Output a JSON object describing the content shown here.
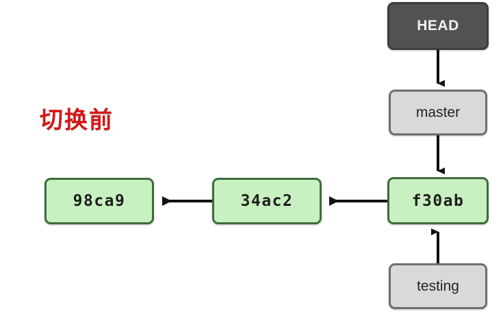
{
  "diagram": {
    "title_caption": "切换前",
    "caption_color": "#d41818",
    "background": "#ffffff",
    "nodes": [
      {
        "id": "head",
        "label": "HEAD",
        "kind": "head-pointer",
        "fill": "#525252",
        "border": "#3c3c3c",
        "text_color": "#f2f2f2"
      },
      {
        "id": "master",
        "label": "master",
        "kind": "branch-ref",
        "fill": "#d9d9d9",
        "border": "#6e6e6e",
        "text_color": "#232323"
      },
      {
        "id": "testing",
        "label": "testing",
        "kind": "branch-ref",
        "fill": "#d9d9d9",
        "border": "#6e6e6e",
        "text_color": "#232323"
      },
      {
        "id": "f30ab",
        "label": "f30ab",
        "kind": "commit",
        "fill": "#c9f0c0",
        "border": "#3d6b3d",
        "text_color": "#1d1d1d"
      },
      {
        "id": "34ac2",
        "label": "34ac2",
        "kind": "commit",
        "fill": "#c9f0c0",
        "border": "#3d6b3d",
        "text_color": "#1d1d1d"
      },
      {
        "id": "98ca9",
        "label": "98ca9",
        "kind": "commit",
        "fill": "#c9f0c0",
        "border": "#3d6b3d",
        "text_color": "#1d1d1d"
      }
    ],
    "edges": [
      {
        "id": "head-to-master",
        "from": "head",
        "to": "master",
        "direction": "down"
      },
      {
        "id": "master-to-f30ab",
        "from": "master",
        "to": "f30ab",
        "direction": "down"
      },
      {
        "id": "testing-to-f30ab",
        "from": "testing",
        "to": "f30ab",
        "direction": "up"
      },
      {
        "id": "f30ab-to-34ac2",
        "from": "f30ab",
        "to": "34ac2",
        "direction": "left"
      },
      {
        "id": "34ac2-to-98ca9",
        "from": "34ac2",
        "to": "98ca9",
        "direction": "left"
      }
    ],
    "arrow_color": "#111111"
  }
}
